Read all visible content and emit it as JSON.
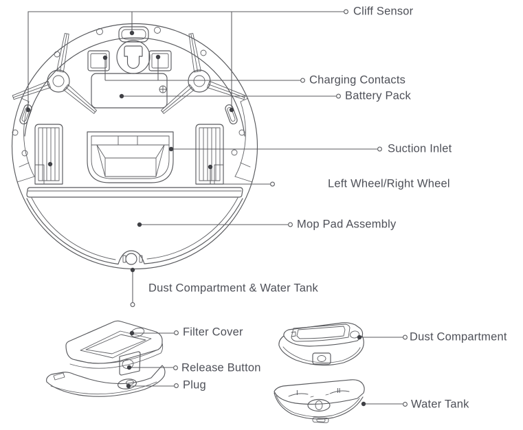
{
  "figure": {
    "type": "robot-vacuum-underside-parts-diagram",
    "views": [
      "robot underside",
      "dust compartment & water tank assembly",
      "dust compartment",
      "water tank"
    ]
  },
  "callouts": {
    "cliff_sensor": {
      "label": "Cliff Sensor"
    },
    "charging_contacts": {
      "label": "Charging Contacts"
    },
    "battery_pack": {
      "label": "Battery Pack"
    },
    "suction_inlet": {
      "label": "Suction Inlet"
    },
    "wheels": {
      "label": "Left Wheel/Right Wheel"
    },
    "mop_pad": {
      "label": "Mop Pad Assembly"
    },
    "dust_water": {
      "label": "Dust Compartment & Water Tank"
    },
    "filter_cover": {
      "label": "Filter Cover"
    },
    "release_button": {
      "label": "Release Button"
    },
    "plug": {
      "label": "Plug"
    },
    "dust_compartment": {
      "label": "Dust Compartment"
    },
    "water_tank": {
      "label": "Water Tank"
    }
  },
  "water_tank_marks": {
    "level_1": "I",
    "level_2": "II"
  },
  "colors": {
    "line": "#57585c",
    "text": "#4e5058",
    "dot": "#3f4045",
    "background": "#ffffff"
  }
}
